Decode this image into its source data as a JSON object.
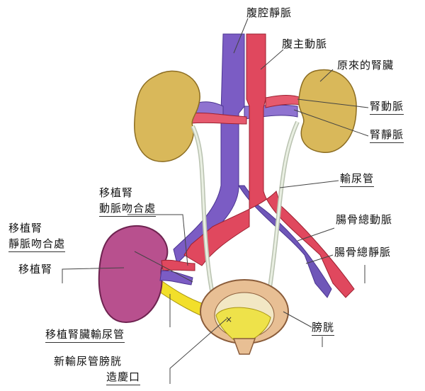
{
  "labels": {
    "ivc": "腹腔靜脈",
    "aorta": "腹主動脈",
    "original_kidney": "原來的腎臟",
    "renal_artery": "腎動脈",
    "renal_vein": "腎靜脈",
    "ureter": "輸尿管",
    "graft_artery_anastomosis_1": "移植腎",
    "graft_artery_anastomosis_2": "動脈吻合處",
    "graft_vein_anastomosis_1": "移植腎",
    "graft_vein_anastomosis_2": "靜脈吻合處",
    "iliac_artery": "腸骨總動脈",
    "iliac_vein": "腸骨總靜脈",
    "graft_kidney": "移植腎",
    "bladder": "膀胱",
    "graft_ureter": "移植腎臟輸尿管",
    "neo_orifice_1": "新輸尿管膀胱",
    "neo_orifice_2": "造慶口"
  },
  "colors": {
    "vein": "#7b5cc4",
    "artery": "#e0485e",
    "kidney": "#d9b85a",
    "graft_kidney": "#b8508e",
    "ureter": "#cfd6c8",
    "graft_ureter": "#f2df2a",
    "bladder_wall": "#e8bf94"
  }
}
